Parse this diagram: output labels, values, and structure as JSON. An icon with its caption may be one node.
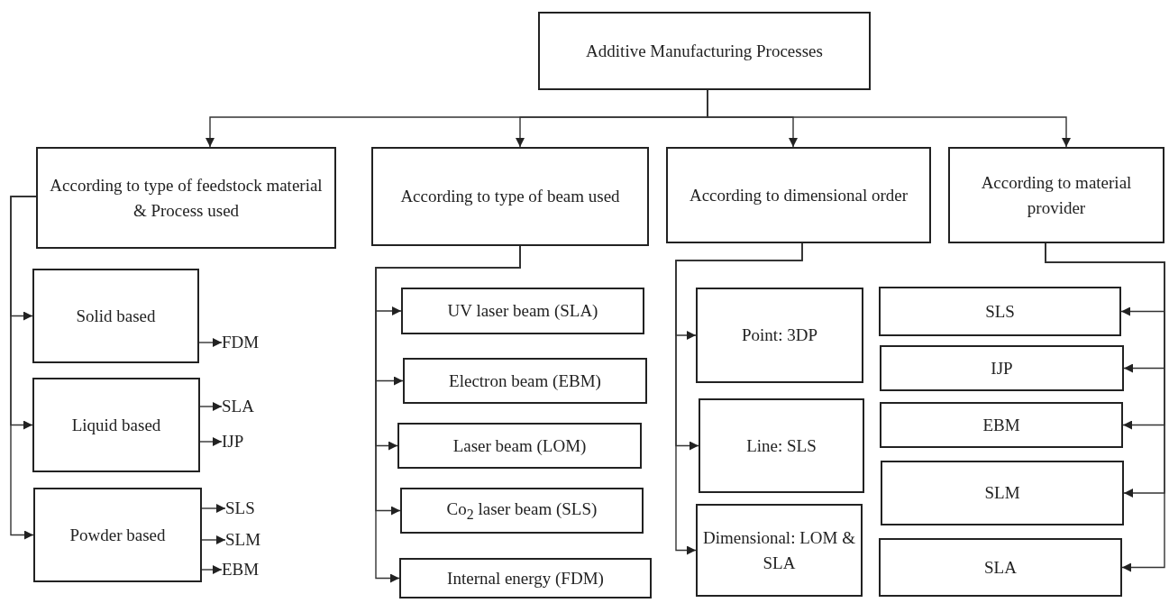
{
  "diagram": {
    "nodes": [
      {
        "text": [
          "Additive Manufacturing Processes"
        ]
      },
      {
        "text": [
          "According to type of feedstock material & Process used"
        ]
      },
      {
        "text": [
          "According to type of beam used"
        ]
      },
      {
        "text": [
          "According to dimensional order"
        ]
      },
      {
        "text": [
          "According to material provider"
        ]
      },
      {
        "text": [
          "Solid based"
        ]
      },
      {
        "text": [
          "Liquid based"
        ]
      },
      {
        "text": [
          "Powder based"
        ]
      },
      {
        "text": [
          "FDM"
        ]
      },
      {
        "text": [
          "SLA"
        ]
      },
      {
        "text": [
          "IJP"
        ]
      },
      {
        "text": [
          "SLS"
        ]
      },
      {
        "text": [
          "SLM"
        ]
      },
      {
        "text": [
          "EBM"
        ]
      },
      {
        "text": [
          "UV laser beam (SLA)"
        ]
      },
      {
        "text": [
          "Electron beam (EBM)"
        ]
      },
      {
        "text": [
          "Laser beam (LOM)"
        ]
      },
      {
        "text": [
          "Co$_{2}$ laser beam (SLS)"
        ]
      },
      {
        "text": [
          "Internal energy (FDM)"
        ]
      },
      {
        "text": [
          "Point: 3DP"
        ]
      },
      {
        "text": [
          "Line: SLS"
        ]
      },
      {
        "text": [
          "Dimensional: LOM & SLA"
        ]
      },
      {
        "text": [
          "SLS"
        ]
      },
      {
        "text": [
          "IJP"
        ]
      },
      {
        "text": [
          "EBM"
        ]
      },
      {
        "text": [
          "SLM"
        ]
      },
      {
        "text": [
          "SLA"
        ]
      }
    ],
    "edges": [
      {
        "from": 0,
        "to": 1,
        "arrow": "to"
      },
      {
        "from": 0,
        "to": 2,
        "arrow": "to"
      },
      {
        "from": 0,
        "to": 3,
        "arrow": "to"
      },
      {
        "from": 0,
        "to": 4,
        "arrow": "to"
      },
      {
        "from": 1,
        "to": 5,
        "arrow": "to"
      },
      {
        "from": 1,
        "to": 6,
        "arrow": "to"
      },
      {
        "from": 1,
        "to": 7,
        "arrow": "to"
      },
      {
        "from": 5,
        "to": 8,
        "arrow": "to"
      },
      {
        "from": 6,
        "to": 9,
        "arrow": "to"
      },
      {
        "from": 6,
        "to": 10,
        "arrow": "to"
      },
      {
        "from": 7,
        "to": 11,
        "arrow": "to"
      },
      {
        "from": 7,
        "to": 12,
        "arrow": "to"
      },
      {
        "from": 7,
        "to": 13,
        "arrow": "to"
      },
      {
        "from": 2,
        "to": 14,
        "arrow": "to"
      },
      {
        "from": 2,
        "to": 15,
        "arrow": "to"
      },
      {
        "from": 2,
        "to": 16,
        "arrow": "to"
      },
      {
        "from": 2,
        "to": 17,
        "arrow": "to"
      },
      {
        "from": 2,
        "to": 18,
        "arrow": "to"
      },
      {
        "from": 3,
        "to": 19,
        "arrow": "to"
      },
      {
        "from": 3,
        "to": 20,
        "arrow": "to"
      },
      {
        "from": 3,
        "to": 21,
        "arrow": "to"
      },
      {
        "from": 4,
        "to": 22,
        "arrow": "to"
      },
      {
        "from": 4,
        "to": 23,
        "arrow": "to"
      },
      {
        "from": 4,
        "to": 24,
        "arrow": "to"
      },
      {
        "from": 4,
        "to": 25,
        "arrow": "to"
      },
      {
        "from": 4,
        "to": 26,
        "arrow": "to"
      }
    ]
  }
}
